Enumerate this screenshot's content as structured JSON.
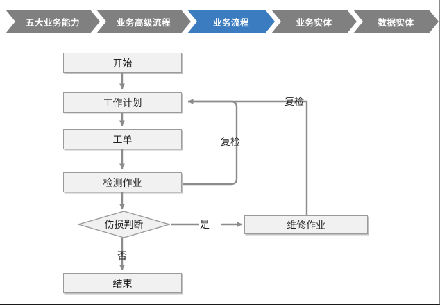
{
  "breadcrumb": {
    "active_color": "#3b7cc0",
    "inactive_color": "#808080",
    "text_color": "#ffffff",
    "items": [
      {
        "label": "五大业务能力",
        "active": false
      },
      {
        "label": "业务高级流程",
        "active": false
      },
      {
        "label": "业务流程",
        "active": true
      },
      {
        "label": "业务实体",
        "active": false
      },
      {
        "label": "数据实体",
        "active": false
      }
    ]
  },
  "flowchart": {
    "line_color": "#8c8c8c",
    "node_fill": "#f1f1f1",
    "node_border": "#9b9b9b",
    "nodes": [
      {
        "id": "start",
        "label": "开始",
        "shape": "rect"
      },
      {
        "id": "work_plan",
        "label": "工作计划",
        "shape": "rect"
      },
      {
        "id": "work_order",
        "label": "工单",
        "shape": "rect"
      },
      {
        "id": "inspection",
        "label": "检测作业",
        "shape": "rect"
      },
      {
        "id": "damage",
        "label": "伤损判断",
        "shape": "diamond"
      },
      {
        "id": "repair",
        "label": "维修作业",
        "shape": "rect"
      },
      {
        "id": "end",
        "label": "结束",
        "shape": "rect"
      }
    ],
    "edge_labels": {
      "recheck_inner": "复检",
      "recheck_outer": "复检",
      "yes": "是",
      "no": "否"
    }
  }
}
